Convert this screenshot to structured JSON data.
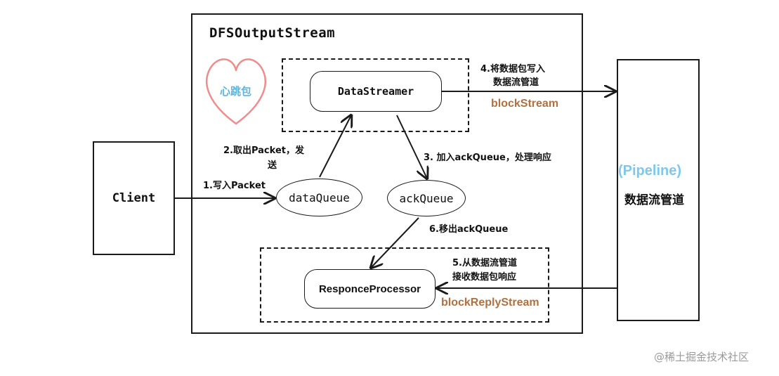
{
  "outer_title": "DFSOutputStream",
  "client": "Client",
  "data_streamer": "DataStreamer",
  "data_queue": "dataQueue",
  "ack_queue": "ackQueue",
  "response_processor": "ResponceProcessor",
  "heartbeat": "心跳包",
  "pipeline": {
    "label_en": "(Pipeline)",
    "label_zh": "数据流管道"
  },
  "steps": {
    "s1": "1.写入Packet",
    "s2_line1": "2.取出Packet，发",
    "s2_line2": "送",
    "s3": "3. 加入ackQueue，处理响应",
    "s4_line1": "4.将数据包写入",
    "s4_line2": "数据流管道",
    "s5_line1": "5.从数据流管道",
    "s5_line2": "接收数据包响应",
    "s6": "6.移出ackQueue"
  },
  "streams": {
    "block_stream": "blockStream",
    "block_reply_stream": "blockReplyStream"
  },
  "watermark": "@稀土掘金技术社区",
  "colors": {
    "heart": "#f08c8c",
    "heart_text": "#5bb6e0",
    "pipeline_en": "#7ec8ea",
    "stream_label": "#b0703f"
  }
}
